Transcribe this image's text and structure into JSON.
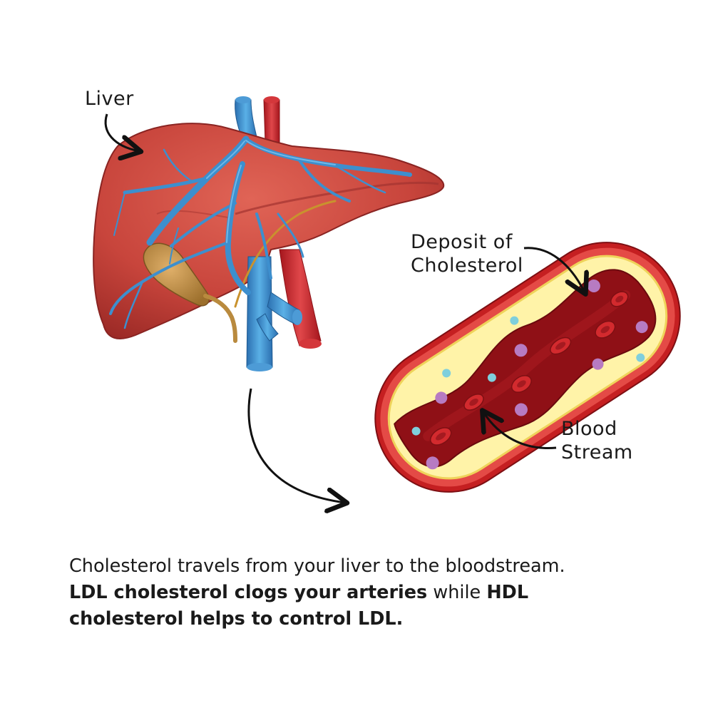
{
  "labels": {
    "liver": "Liver",
    "deposit_line1": "Deposit of",
    "deposit_line2": "Cholesterol",
    "blood_line1": "Blood",
    "blood_line2": "Stream"
  },
  "caption": {
    "line1": "Cholesterol travels from your liver to the bloodstream.",
    "bold_ldl": "LDL cholesterol clogs your arteries",
    "middle": " while ",
    "bold_hdl_start": "HDL",
    "bold_hdl_end": "cholesterol helps to control LDL."
  },
  "colors": {
    "liver": "#c8453c",
    "artery_wall": "#c51f21",
    "plaque": "#fff3a8",
    "blood": "#8f1016",
    "vein": "#3d8fce",
    "ldl_particle": "#b77bc2",
    "hdl_particle": "#7fcfdc",
    "gallbladder": "#b98a3e"
  }
}
